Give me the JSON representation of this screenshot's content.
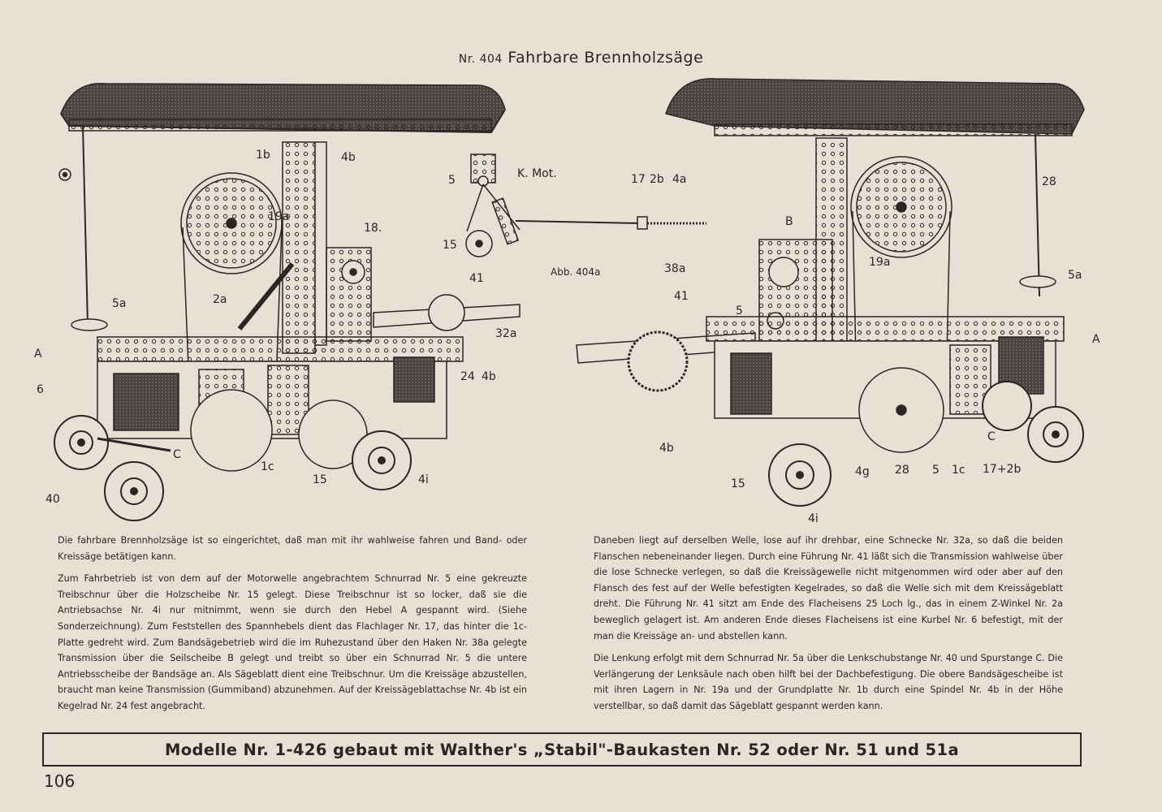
{
  "title": {
    "nr": "Nr. 404",
    "name": "Fahrbare Brennholzsäge"
  },
  "figure": {
    "caption": "Abb. 404a",
    "left_labels": [
      "1b",
      "4b",
      "19a",
      "18.",
      "2a",
      "5a",
      "A",
      "6",
      "41",
      "32a",
      "24",
      "4b",
      "C",
      "1c",
      "15",
      "4i",
      "40"
    ],
    "detail_labels": [
      "5",
      "K. Mot.",
      "15",
      "17",
      "2b",
      "4a"
    ],
    "right_labels": [
      "28",
      "B",
      "19a",
      "38a",
      "41",
      "5",
      "5a",
      "A",
      "4b",
      "15",
      "4g",
      "28",
      "5",
      "1c",
      "C",
      "17+2b",
      "4i"
    ]
  },
  "text_left": [
    "Die fahrbare Brennholzsäge ist so eingerichtet, daß man mit ihr wahlweise fahren und Band- oder Kreissäge betätigen kann.",
    "Zum Fahrbetrieb ist von dem auf der Motorwelle angebrachtem Schnurrad Nr. 5 eine gekreuzte Treibschnur über die Holzscheibe Nr. 15 gelegt. Diese Treibschnur ist so locker, daß sie die Antriebsachse Nr. 4i nur mitnimmt, wenn sie durch den Hebel A gespannt wird. (Siehe Sonderzeichnung). Zum Feststellen des Spannhebels dient das Flachlager Nr. 17, das hinter die 1c-Platte gedreht wird. Zum Bandsägebetrieb wird die im Ruhezustand über den Haken Nr. 38a gelegte Transmission über die Seilscheibe B gelegt und treibt so über ein Schnurrad Nr. 5 die untere Antriebsscheibe der Bandsäge an. Als Sägeblatt dient eine Treibschnur. Um die Kreissäge abzustellen, braucht man keine Transmission (Gummiband) abzunehmen. Auf der Kreissägeblattachse Nr. 4b ist ein Kegelrad Nr. 24 fest angebracht."
  ],
  "text_right": [
    "Daneben liegt auf derselben Welle, lose auf ihr drehbar, eine Schnecke Nr. 32a, so daß die beiden Flanschen nebeneinander liegen. Durch eine Führung Nr. 41 läßt sich die Transmission wahlweise über die lose Schnecke verlegen, so daß die Kreissägewelle nicht mitgenommen wird oder aber auf den Flansch des fest auf der Welle befestigten Kegelrades, so daß die Welle sich mit dem Kreissägeblatt dreht. Die Führung Nr. 41 sitzt am Ende des Flacheisens 25 Loch lg., das in einem Z-Winkel Nr. 2a beweglich gelagert ist. Am anderen Ende dieses Flacheisens ist eine Kurbel Nr. 6 befestigt, mit der man die Kreissäge an- und abstellen kann.",
    "Die Lenkung erfolgt mit dem Schnurrad Nr. 5a über die Lenkschubstange Nr. 40 und Spurstange C. Die Verlängerung der Lenksäule nach oben hilft bei der Dachbefestigung. Die obere Bandsägescheibe ist mit ihren Lagern in Nr. 19a und der Grundplatte Nr. 1b durch eine Spindel Nr. 4b in der Höhe verstellbar, so daß damit das Sägeblatt gespannt werden kann."
  ],
  "footer": "Modelle Nr. 1-426 gebaut mit Walther's „Stabil\"-Baukasten Nr. 52 oder Nr. 51 und 51a",
  "page_number": "106",
  "colors": {
    "paper": "#e8e0d4",
    "ink": "#2a2624"
  }
}
